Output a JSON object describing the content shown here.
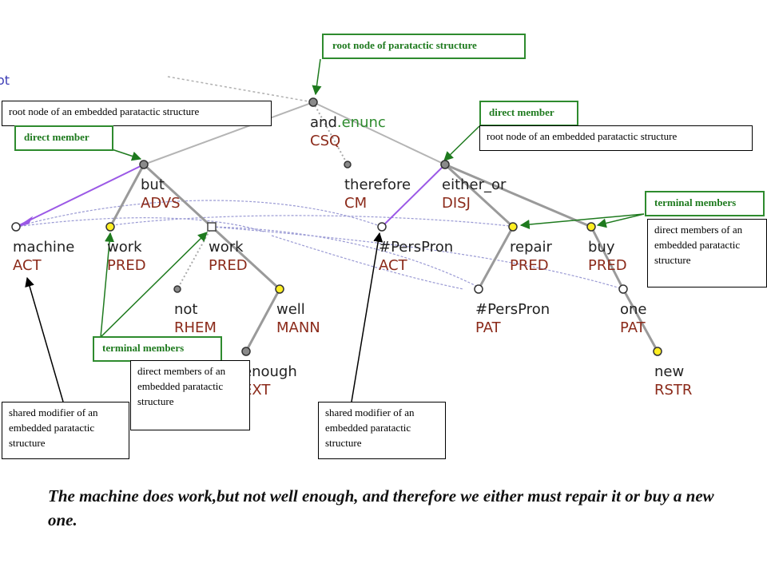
{
  "fragment": "ot",
  "nodes": [
    {
      "id": "and",
      "lemma": "and",
      "lemma_suffix": ".enunc",
      "functor": "CSQ",
      "marker": "grey"
    },
    {
      "id": "but",
      "lemma": "but",
      "functor": "ADVS",
      "marker": "grey"
    },
    {
      "id": "therefore",
      "lemma": "therefore",
      "functor": "CM",
      "marker": "grey-small"
    },
    {
      "id": "either_or",
      "lemma": "either_or",
      "functor": "DISJ",
      "marker": "grey"
    },
    {
      "id": "machine",
      "lemma": "machine",
      "functor": "ACT",
      "marker": "white"
    },
    {
      "id": "work1",
      "lemma": "work",
      "functor": "PRED",
      "marker": "yellow"
    },
    {
      "id": "work2",
      "lemma": "work",
      "functor": "PRED",
      "marker": "square"
    },
    {
      "id": "not",
      "lemma": "not",
      "functor": "RHEM",
      "marker": "grey-small"
    },
    {
      "id": "well",
      "lemma": "well",
      "functor": "MANN",
      "marker": "yellow"
    },
    {
      "id": "enough",
      "lemma": "enough",
      "functor": "EXT",
      "marker": "grey"
    },
    {
      "id": "perspron1",
      "lemma": "#PersPron",
      "functor": "ACT",
      "marker": "white"
    },
    {
      "id": "repair",
      "lemma": "repair",
      "functor": "PRED",
      "marker": "yellow"
    },
    {
      "id": "buy",
      "lemma": "buy",
      "functor": "PRED",
      "marker": "yellow"
    },
    {
      "id": "perspron2",
      "lemma": "#PersPron",
      "functor": "PAT",
      "marker": "white"
    },
    {
      "id": "one",
      "lemma": "one",
      "functor": "PAT",
      "marker": "white"
    },
    {
      "id": "new",
      "lemma": "new",
      "functor": "RSTR",
      "marker": "yellow"
    }
  ],
  "edges": [
    {
      "from": "and",
      "to": "but",
      "style": "grey"
    },
    {
      "from": "and",
      "to": "therefore",
      "style": "dotted"
    },
    {
      "from": "and",
      "to": "either_or",
      "style": "grey"
    },
    {
      "from": "but",
      "to": "machine",
      "style": "purple"
    },
    {
      "from": "but",
      "to": "work1",
      "style": "grey-thick"
    },
    {
      "from": "but",
      "to": "work2",
      "style": "grey-thick"
    },
    {
      "from": "work2",
      "to": "not",
      "style": "dotted"
    },
    {
      "from": "work2",
      "to": "well",
      "style": "grey-thick"
    },
    {
      "from": "well",
      "to": "enough",
      "style": "grey-thick"
    },
    {
      "from": "either_or",
      "to": "perspron1",
      "style": "purple"
    },
    {
      "from": "either_or",
      "to": "repair",
      "style": "grey-thick"
    },
    {
      "from": "either_or",
      "to": "buy",
      "style": "grey-thick"
    },
    {
      "from": "repair",
      "to": "perspron2",
      "style": "grey-thick"
    },
    {
      "from": "buy",
      "to": "one",
      "style": "grey-thick"
    },
    {
      "from": "one",
      "to": "new",
      "style": "grey-thick"
    }
  ],
  "callouts": {
    "root_paratactic": "root node of paratactic structure",
    "root_embedded_left": "root node of an embedded paratactic structure",
    "direct_member_left": "direct member",
    "direct_member_right": "direct member",
    "root_embedded_right": "root node of an embedded paratactic structure",
    "terminal_members_right": "terminal members",
    "direct_members_right": "direct members of an embedded paratactic structure",
    "terminal_members_left": "terminal members",
    "direct_members_left": "direct members of an embedded paratactic structure",
    "shared_modifier_left": "shared modifier of an embedded paratactic structure",
    "shared_modifier_right": "shared modifier of an embedded paratactic structure"
  },
  "sentence": "The machine does work,but not well enough, and therefore we either must repair it or buy a new one.",
  "colors": {
    "lemma": "#222222",
    "functor": "#8b2a1a",
    "coordination_suffix": "#2e8b2e",
    "callout_green": "#2e8b2e",
    "member_edge": "#9b59e6",
    "grey_edge": "#b4b4b4",
    "yellow_node": "#ffee22",
    "grey_node": "#8a8a8a"
  }
}
